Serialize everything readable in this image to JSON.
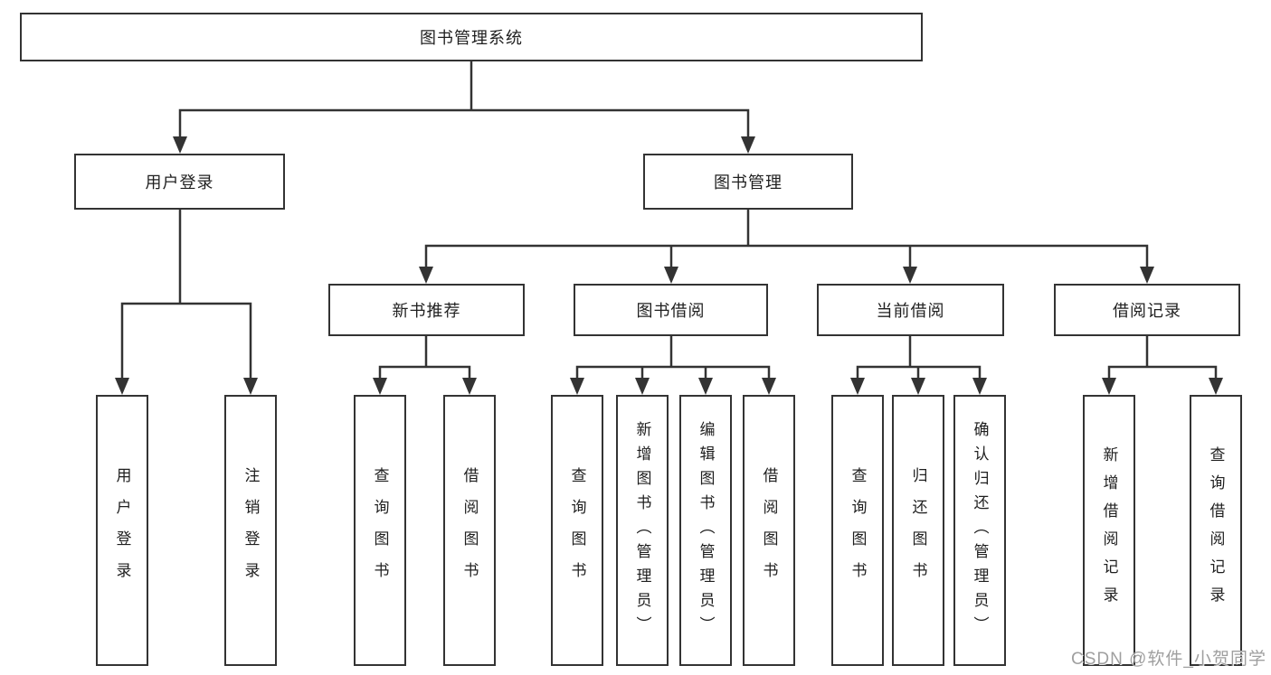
{
  "page": {
    "background": "#ffffff"
  },
  "colors": {
    "line": "#333333",
    "box_border": "#333333",
    "text": "#1f1f1f",
    "watermark": "#9f9f9f"
  },
  "watermark": {
    "text": "CSDN @软件_小贺同学"
  },
  "diagram": {
    "type": "tree",
    "root": {
      "label": "图书管理系统"
    },
    "branches": [
      {
        "label": "用户登录",
        "children": [
          {
            "label": "用户登录"
          },
          {
            "label": "注销登录"
          }
        ]
      },
      {
        "label": "图书管理",
        "children": [
          {
            "label": "新书推荐",
            "children": [
              {
                "label": "查询图书"
              },
              {
                "label": "借阅图书"
              }
            ]
          },
          {
            "label": "图书借阅",
            "children": [
              {
                "label": "查询图书"
              },
              {
                "label": "新增图书（管理员）"
              },
              {
                "label": "编辑图书（管理员）"
              },
              {
                "label": "借阅图书"
              }
            ]
          },
          {
            "label": "当前借阅",
            "children": [
              {
                "label": "查询图书"
              },
              {
                "label": "归还图书"
              },
              {
                "label": "确认归还（管理员）"
              }
            ]
          },
          {
            "label": "借阅记录",
            "children": [
              {
                "label": "新增借阅记录"
              },
              {
                "label": "查询借阅记录"
              }
            ]
          }
        ]
      }
    ]
  }
}
